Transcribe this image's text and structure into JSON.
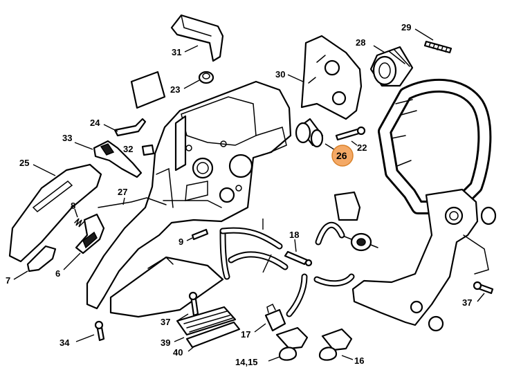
{
  "highlight": {
    "label": "26",
    "color": "#f4a966",
    "border": "#d9822b"
  },
  "callouts": {
    "c29": "29",
    "c28": "28",
    "c31": "31",
    "c30": "30",
    "c23": "23",
    "c24": "24",
    "c33": "33",
    "c32": "32",
    "c22": "22",
    "c25": "25",
    "c27": "27",
    "c8": "8",
    "c18": "18",
    "c9": "9",
    "c7": "7",
    "c6": "6",
    "c37a": "37",
    "c37b": "37",
    "c39": "39",
    "c40": "40",
    "c34": "34",
    "c17": "17",
    "c1415": "14,15",
    "c16": "16"
  }
}
